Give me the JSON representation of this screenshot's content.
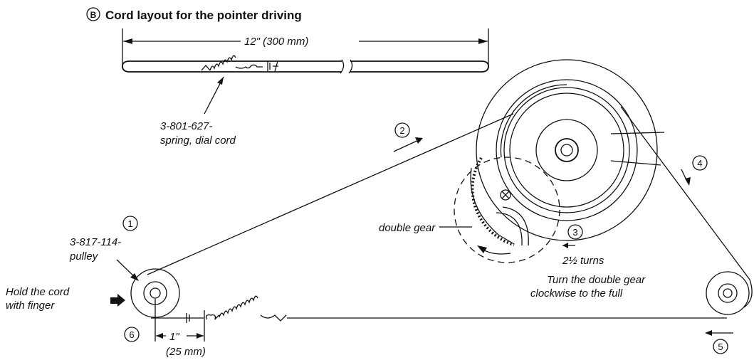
{
  "section_badge": "B",
  "title": "Cord layout for the pointer driving",
  "length_label": "12\" (300 mm)",
  "spring_part_number": "3-801-627-",
  "spring_name": "spring, dial cord",
  "pulley_part_number": "3-817-114-",
  "pulley_name": "pulley",
  "hold_line1": "Hold the cord",
  "hold_line2": "with finger",
  "offset_label": "1\"",
  "offset_metric": "(25 mm)",
  "double_gear_label": "double gear",
  "turns_label": "2½ turns",
  "instruction_line1": "Turn the double gear",
  "instruction_line2": "clockwise to the full",
  "steps": [
    "1",
    "2",
    "3",
    "4",
    "5",
    "6"
  ]
}
